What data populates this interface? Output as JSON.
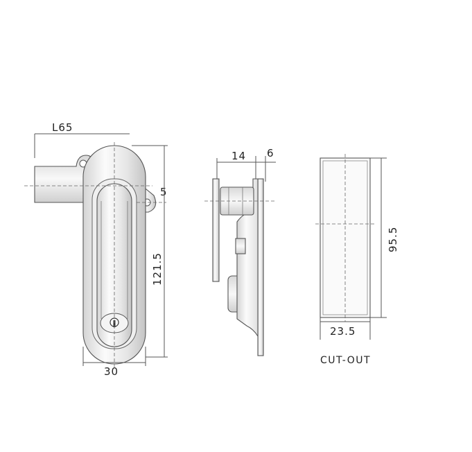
{
  "dimensions": {
    "l65": "L65",
    "five": "5",
    "height": "121.5",
    "width": "30",
    "fourteen": "14",
    "six": "6",
    "cut_height": "95.5",
    "cut_width": "23.5"
  },
  "caption": "CUT-OUT",
  "colors": {
    "line": "#555555",
    "metal_light": "#f7f7f7",
    "metal_dark": "#c9c9c9"
  }
}
